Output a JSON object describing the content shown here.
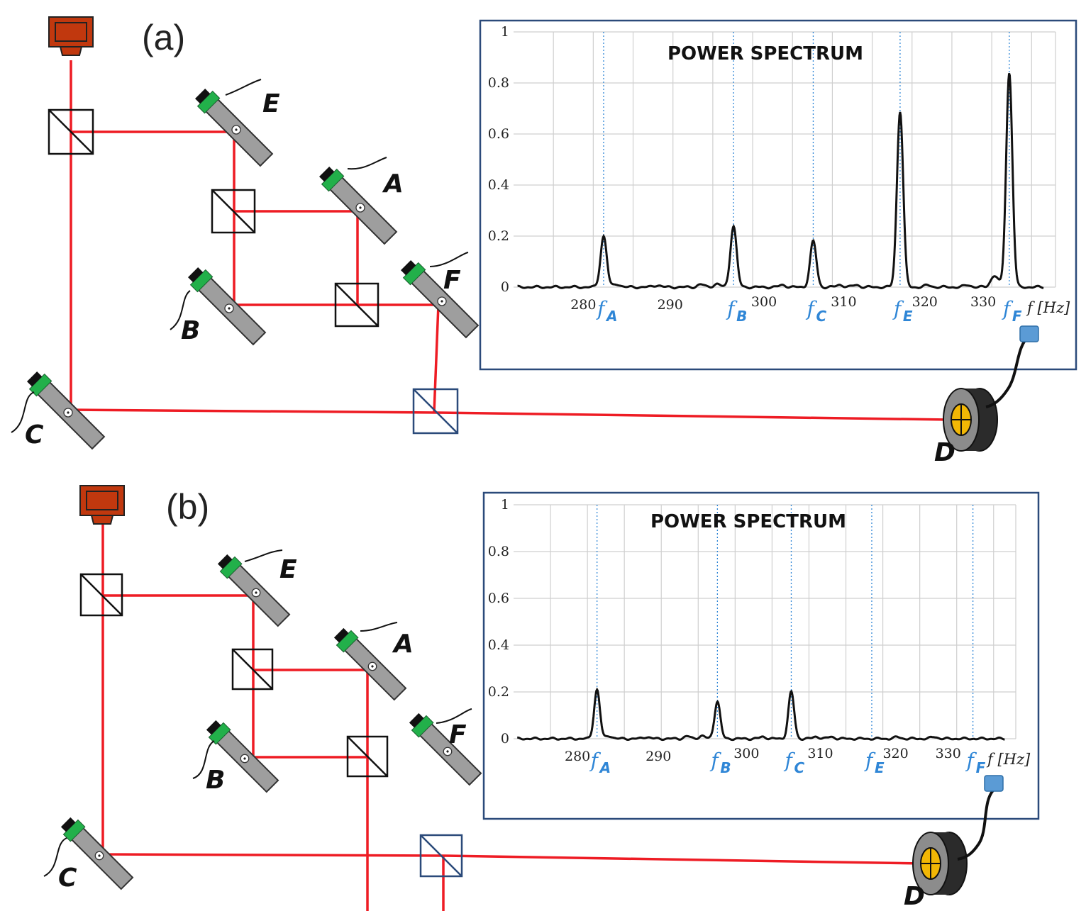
{
  "panels": [
    {
      "label": "(a)",
      "mirror_labels": {
        "A": "A",
        "B": "B",
        "C": "C",
        "D": "D",
        "E": "E",
        "F": "F"
      },
      "chart_data": {
        "type": "line",
        "title": "POWER SPECTRUM",
        "xlabel": "f [Hz]",
        "ylabel": "",
        "xlim": [
          270,
          338
        ],
        "ylim": [
          0,
          1
        ],
        "yticks": [
          0,
          0.2,
          0.4,
          0.6,
          0.8,
          1
        ],
        "xticks": [
          280,
          290,
          300,
          310,
          320,
          330
        ],
        "grid": true,
        "peaks": [
          {
            "name": "A",
            "freq": 281.3,
            "amplitude": 0.2
          },
          {
            "name": "B",
            "freq": 297.6,
            "amplitude": 0.24
          },
          {
            "name": "C",
            "freq": 307.6,
            "amplitude": 0.18
          },
          {
            "name": "E",
            "freq": 318.5,
            "amplitude": 0.69
          },
          {
            "name": "F",
            "freq": 332.2,
            "amplitude": 0.84
          }
        ]
      }
    },
    {
      "label": "(b)",
      "mirror_labels": {
        "A": "A",
        "B": "B",
        "C": "C",
        "D": "D",
        "E": "E",
        "F": "F"
      },
      "chart_data": {
        "type": "line",
        "title": "POWER SPECTRUM",
        "xlabel": "f [Hz]",
        "ylabel": "",
        "xlim": [
          270,
          338
        ],
        "ylim": [
          0,
          1
        ],
        "yticks": [
          0,
          0.2,
          0.4,
          0.6,
          0.8,
          1
        ],
        "xticks": [
          280,
          290,
          300,
          310,
          320,
          330
        ],
        "grid": true,
        "peaks": [
          {
            "name": "A",
            "freq": 281.3,
            "amplitude": 0.21
          },
          {
            "name": "B",
            "freq": 297.6,
            "amplitude": 0.16
          },
          {
            "name": "C",
            "freq": 307.6,
            "amplitude": 0.2
          },
          {
            "name": "E",
            "freq": 318.5,
            "amplitude": 0.0
          },
          {
            "name": "F",
            "freq": 332.2,
            "amplitude": 0.0
          }
        ]
      }
    }
  ],
  "colors": {
    "laser_beam": "#ee1c24",
    "laser_source": "#c1380e",
    "mirror": "#9e9e9e",
    "actuator": "#22b04a",
    "frame": "#2b4a7a",
    "marker": "#2f86d6",
    "detector": "#2b2b2b",
    "detector_face": "#f2b705"
  }
}
